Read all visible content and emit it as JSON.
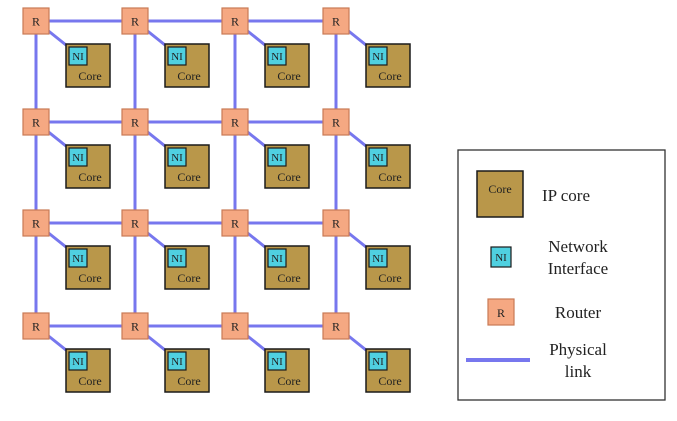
{
  "diagram": {
    "rows": 4,
    "cols": 4,
    "router_label": "R",
    "ni_label": "NI",
    "core_label": "Core"
  },
  "legend": {
    "items": [
      {
        "kind": "core",
        "swatch_text": "Core",
        "label_lines": [
          "IP core"
        ]
      },
      {
        "kind": "ni",
        "swatch_text": "NI",
        "label_lines": [
          "Network",
          "Interface"
        ]
      },
      {
        "kind": "router",
        "swatch_text": "R",
        "label_lines": [
          "Router"
        ]
      },
      {
        "kind": "link",
        "swatch_text": "",
        "label_lines": [
          "Physical",
          "link"
        ]
      }
    ]
  },
  "colors": {
    "link": "#7777ee",
    "router_fill": "#f5a882",
    "router_stroke": "#c97a55",
    "core_fill": "#b9974a",
    "core_stroke": "#1a1a1a",
    "ni_fill": "#4fd0e0",
    "ni_stroke": "#1a1a1a",
    "legend_border": "#333333",
    "text": "#222222"
  }
}
